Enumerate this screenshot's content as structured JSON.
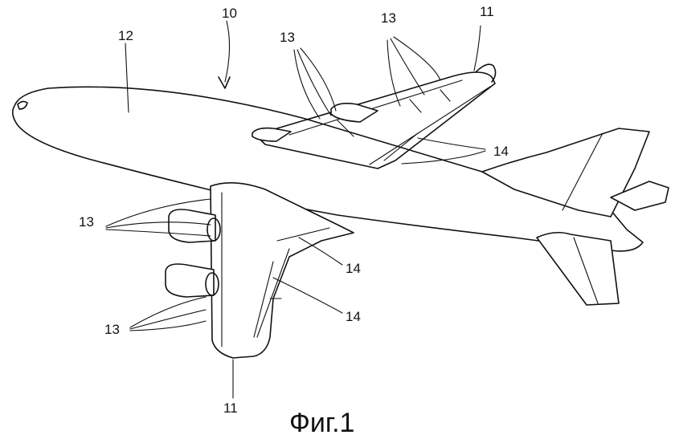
{
  "figure": {
    "caption": "Фиг.1",
    "labels": {
      "aircraft": "10",
      "wing_tip_top": "11",
      "wing_tip_bottom": "11",
      "fuselage": "12",
      "vortex_top_left": "13",
      "vortex_top_right": "13",
      "vortex_mid_left": "13",
      "vortex_bottom_left": "13",
      "flap_top": "14",
      "flap_mid": "14",
      "flap_bottom": "14"
    }
  }
}
